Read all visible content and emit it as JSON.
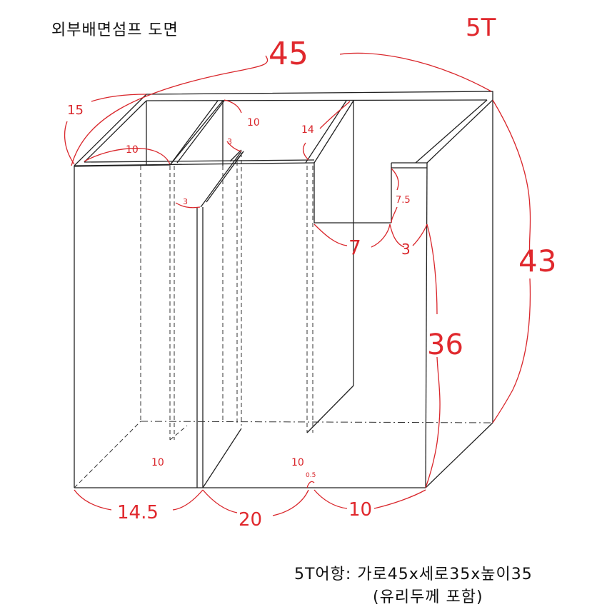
{
  "title": "외부배면섬프 도면",
  "thickness_label": "5T",
  "dimensions": {
    "overall_width": "45",
    "top_left_depth": "15",
    "first_gap_top": "10",
    "second_gap_top": "10",
    "weir_thin": "3",
    "baffle_thin": "3",
    "notch_top_depth": "14",
    "notch_height": "7.5",
    "notch_bottom_width": "7",
    "notch_side_width": "3",
    "total_height": "43",
    "front_height": "36",
    "bottom_left_inner": "10",
    "bottom_right_inner": "10",
    "bottom_gap": "0.5",
    "bottom_width_1": "14.5",
    "bottom_width_2": "20",
    "bottom_width_3": "10"
  },
  "spec": {
    "line1": "5T어항: 가로45x세로35x높이35",
    "line2": "(유리두께 포함)"
  },
  "colors": {
    "annotation": "#d9262b",
    "line": "#222222"
  }
}
